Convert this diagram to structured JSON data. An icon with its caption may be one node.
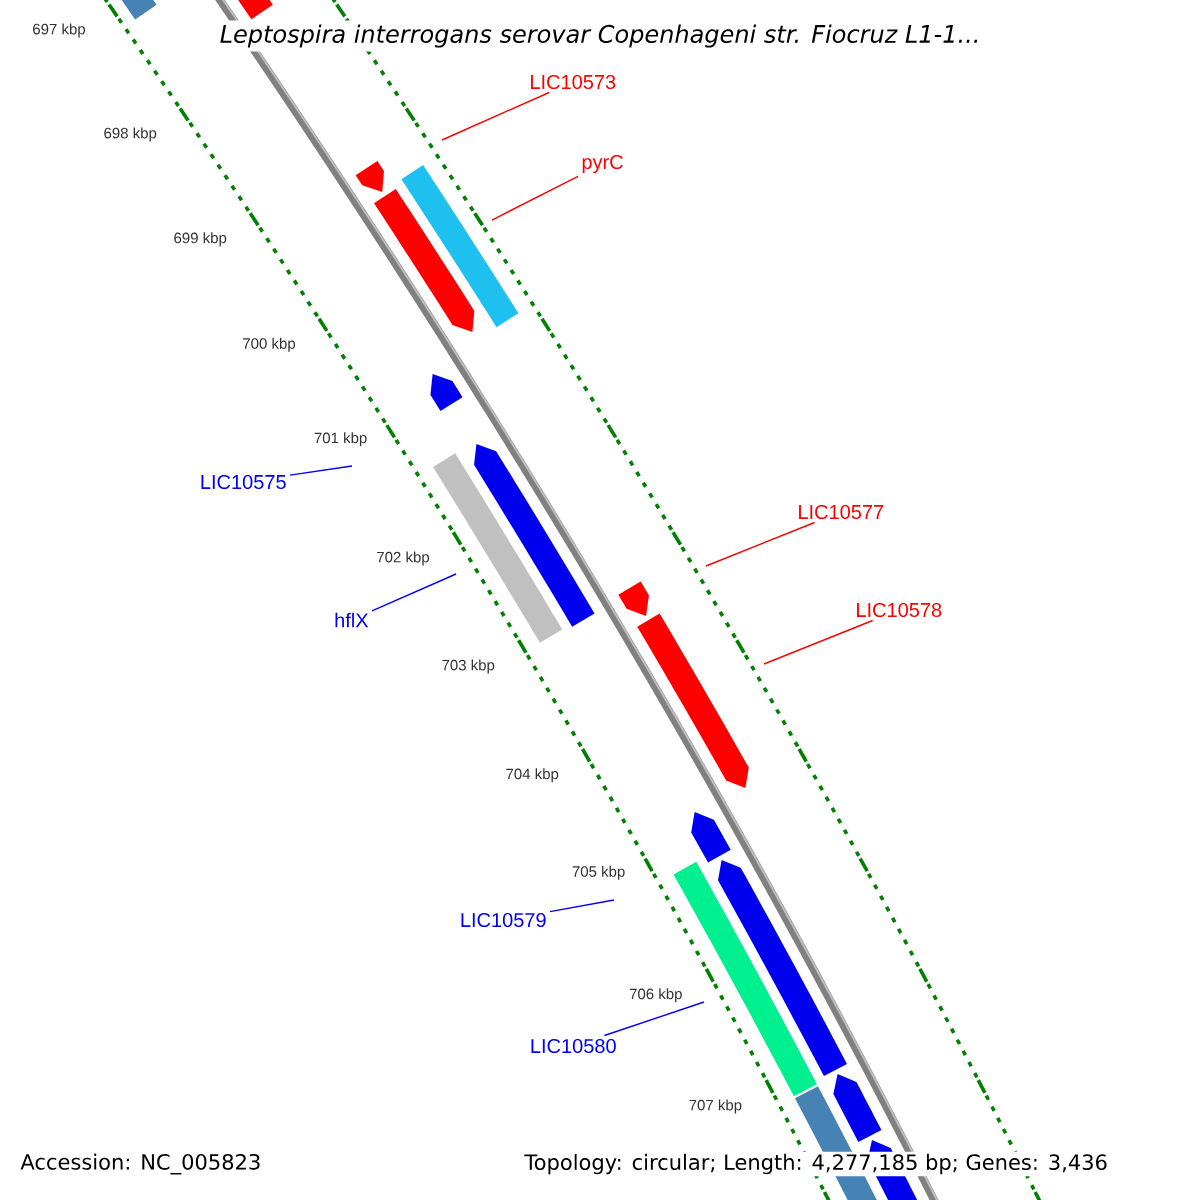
{
  "diagram": {
    "title": "Leptospira interrogans serovar Copenhageni str. Fiocruz L1-1...",
    "nodes": [
      {
        "text": [
          "LIC10573"
        ]
      },
      {
        "text": [
          "pyrC"
        ]
      },
      {
        "text": [
          "LIC10575"
        ]
      },
      {
        "text": [
          "hflX"
        ]
      },
      {
        "text": [
          "LIC10577"
        ]
      },
      {
        "text": [
          "LIC10578"
        ]
      },
      {
        "text": [
          "LIC10579"
        ]
      },
      {
        "text": [
          "LIC10580"
        ]
      }
    ],
    "edges": [
      {
        "from": 0,
        "to": null,
        "arrow": "none",
        "color": "#ff0000"
      },
      {
        "from": 1,
        "to": null,
        "arrow": "none",
        "color": "#ff0000"
      },
      {
        "from": 2,
        "to": null,
        "arrow": "none",
        "color": "#0000ff"
      },
      {
        "from": 3,
        "to": null,
        "arrow": "none",
        "color": "#0000ff"
      },
      {
        "from": 4,
        "to": null,
        "arrow": "none",
        "color": "#ff0000"
      },
      {
        "from": 5,
        "to": null,
        "arrow": "none",
        "color": "#ff0000"
      },
      {
        "from": 6,
        "to": null,
        "arrow": "none",
        "color": "#0000ff"
      },
      {
        "from": 7,
        "to": null,
        "arrow": "none",
        "color": "#0000ff"
      }
    ],
    "labels": [
      "697 kbp",
      "698 kbp",
      "699 kbp",
      "700 kbp",
      "701 kbp",
      "702 kbp",
      "703 kbp",
      "704 kbp",
      "705 kbp",
      "706 kbp",
      "707 kbp",
      "Accession: NC_005823",
      "Topology: circular; Length: 4,277,185 bp; Genes: 3,436"
    ]
  }
}
